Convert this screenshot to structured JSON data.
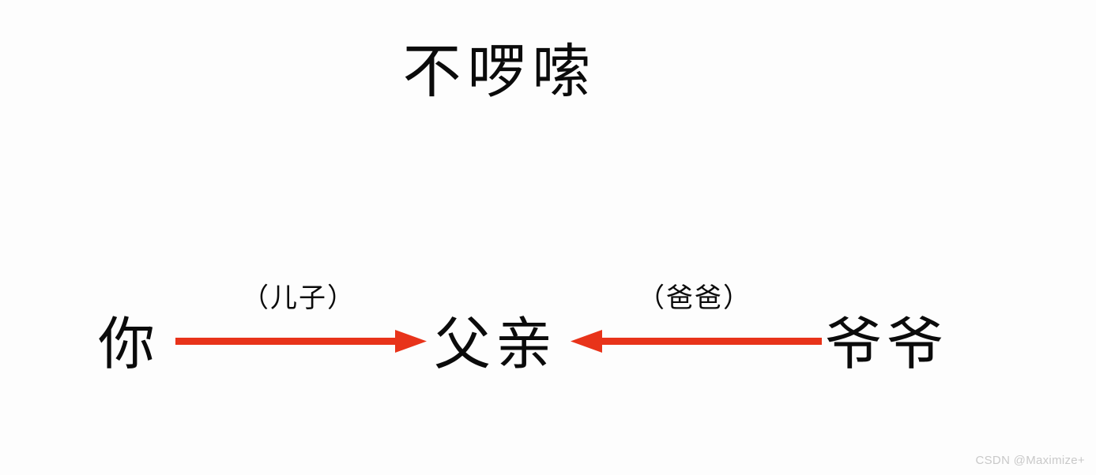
{
  "page": {
    "title": "不啰嗦",
    "background_color": "#fdfdfd",
    "text_color": "#0b0b0b",
    "accent_color": "#e8331a"
  },
  "diagram": {
    "nodes": [
      {
        "id": "you",
        "label": "你",
        "position": "left"
      },
      {
        "id": "father",
        "label": "父亲",
        "position": "center"
      },
      {
        "id": "grandfather",
        "label": "爷爷",
        "position": "right"
      }
    ],
    "edges": [
      {
        "id": "you-to-father",
        "label": "（儿子）",
        "from": "你",
        "to": "父亲",
        "direction": "right",
        "color": "#e8331a"
      },
      {
        "id": "grandfather-to-father",
        "label": "（爸爸）",
        "from": "爷爷",
        "to": "父亲",
        "direction": "left",
        "color": "#e8331a"
      }
    ]
  },
  "watermark": {
    "text": "CSDN @Maximize+"
  }
}
